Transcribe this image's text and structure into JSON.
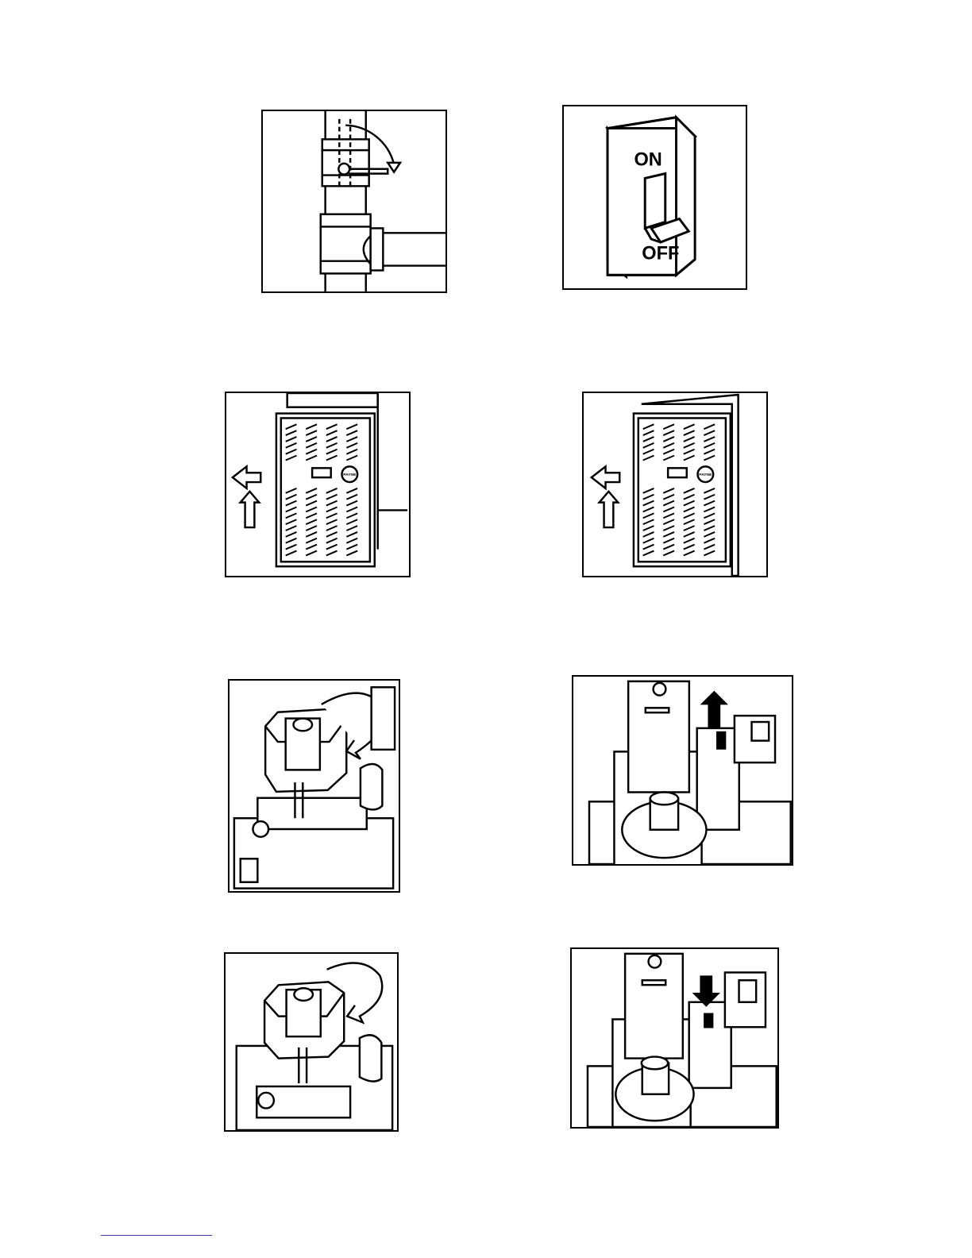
{
  "figures": {
    "switch": {
      "on_label": "ON",
      "off_label": "OFF"
    },
    "panel_left": {
      "badge_text": "PAYNE"
    },
    "panel_right": {
      "badge_text": "PAYNE"
    }
  },
  "colors": {
    "ink": "#000000",
    "paper": "#ffffff",
    "footer_rule": "#3a3aa0"
  }
}
